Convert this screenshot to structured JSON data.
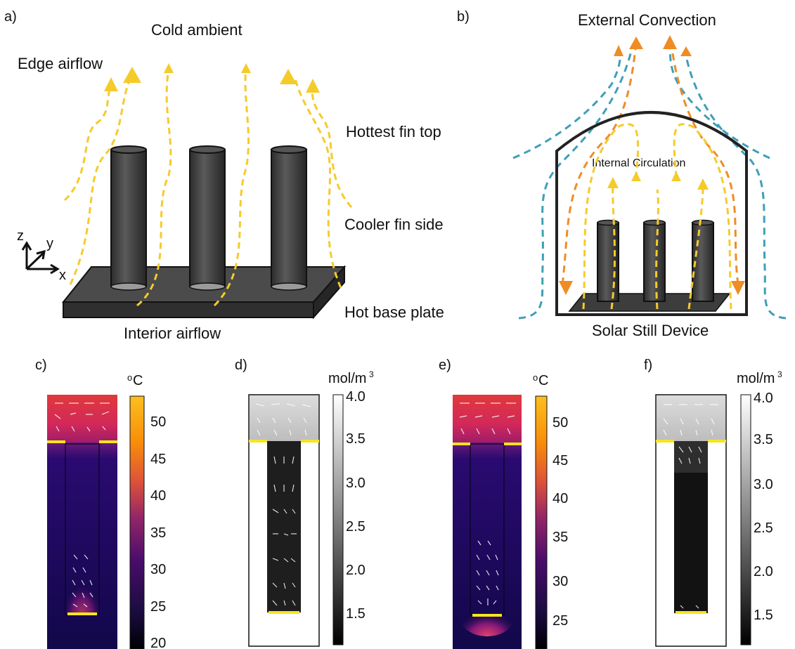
{
  "panels": {
    "a": {
      "label": "a)",
      "cold_ambient": "Cold ambient",
      "edge_airflow": "Edge airflow",
      "hottest_fin_top": "Hottest fin top",
      "cooler_fin_side": "Cooler fin side",
      "hot_base_plate": "Hot base plate",
      "interior_airflow": "Interior airflow",
      "axes": {
        "z": "z",
        "y": "y",
        "x": "x"
      }
    },
    "b": {
      "label": "b)",
      "external_convection": "External Convection",
      "internal_circulation": "Internal Circulation",
      "solar_still_device": "Solar Still Device"
    },
    "c": {
      "label": "c)",
      "unit_o": "o",
      "unit_main": "C",
      "ticks": [
        "50",
        "45",
        "40",
        "35",
        "30",
        "25",
        "20"
      ]
    },
    "d": {
      "label": "d)",
      "unit_main": "mol/m",
      "unit_sup": "3",
      "ticks": [
        "4.0",
        "3.5",
        "3.0",
        "2.5",
        "2.0",
        "1.5"
      ]
    },
    "e": {
      "label": "e)",
      "unit_o": "o",
      "unit_main": "C",
      "ticks": [
        "50",
        "45",
        "40",
        "35",
        "30",
        "25"
      ]
    },
    "f": {
      "label": "f)",
      "unit_main": "mol/m",
      "unit_sup": "3",
      "ticks": [
        "4.0",
        "3.5",
        "3.0",
        "2.5",
        "2.0",
        "1.5"
      ]
    }
  },
  "colors": {
    "yellow_flow": "#f5cb2a",
    "orange_flow": "#ef8c24",
    "teal_flow": "#3e9fb8",
    "fin_dark": "#3a3a3a",
    "inferno_top": "#f5a21e",
    "inferno_bottom": "#080420",
    "gray_top": "#ffffff",
    "gray_bottom": "#0a0a0a"
  }
}
